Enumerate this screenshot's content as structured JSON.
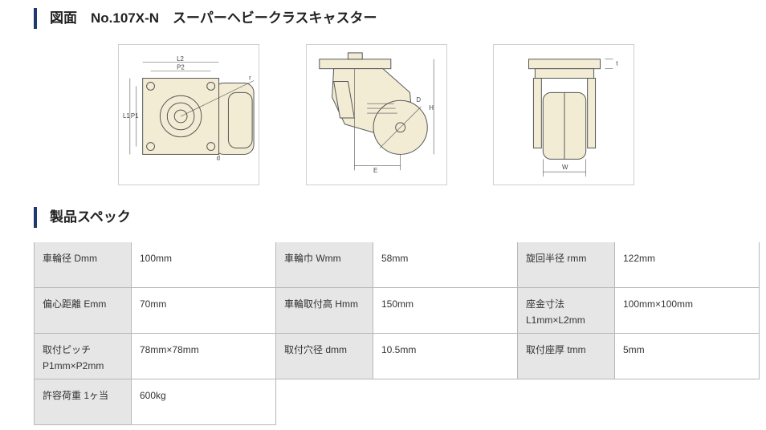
{
  "drawing_section": {
    "title": "図面　No.107X-N　スーパーヘビークラスキャスター",
    "drawings": {
      "top_view": {
        "labels": [
          "L2",
          "P2",
          "L1",
          "P1",
          "r",
          "d"
        ]
      },
      "side_view": {
        "labels": [
          "D",
          "H",
          "E"
        ]
      },
      "front_view": {
        "labels": [
          "t",
          "W"
        ]
      }
    }
  },
  "spec_section": {
    "title": "製品スペック",
    "rows": [
      [
        {
          "label": "車輪径 Dmm",
          "value": "100mm"
        },
        {
          "label": "車輪巾 Wmm",
          "value": "58mm"
        },
        {
          "label": "旋回半径 rmm",
          "value": "122mm"
        }
      ],
      [
        {
          "label": "偏心距離 Emm",
          "value": "70mm"
        },
        {
          "label": "車輪取付高 Hmm",
          "value": "150mm"
        },
        {
          "label": "座金寸法 L1mm×L2mm",
          "value": "100mm×100mm"
        }
      ],
      [
        {
          "label": "取付ピッチ P1mm×P2mm",
          "value": "78mm×78mm"
        },
        {
          "label": "取付穴径 dmm",
          "value": "10.5mm"
        },
        {
          "label": "取付座厚 tmm",
          "value": "5mm"
        }
      ],
      [
        {
          "label": "許容荷重 1ヶ当",
          "value": "600kg"
        }
      ]
    ]
  }
}
